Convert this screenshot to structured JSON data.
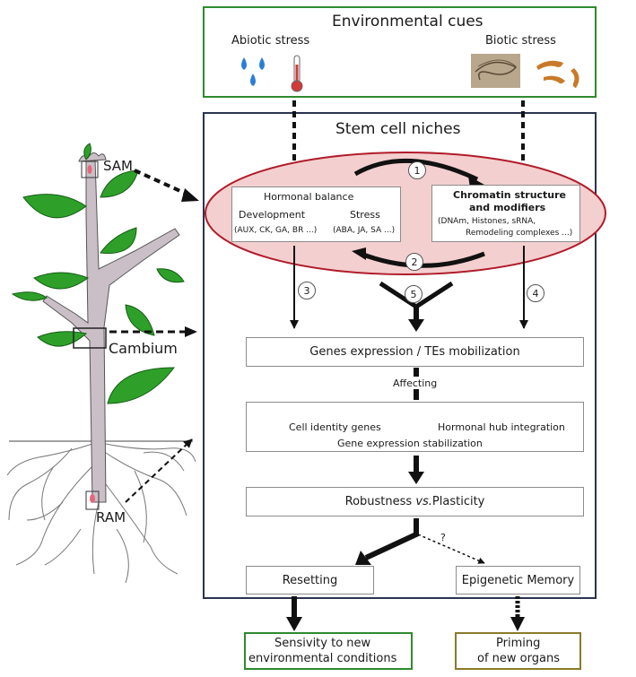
{
  "env": {
    "title": "Environmental cues",
    "abiotic": "Abiotic stress",
    "biotic": "Biotic stress"
  },
  "plant": {
    "sam": "SAM",
    "cambium": "Cambium",
    "ram": "RAM"
  },
  "niche": {
    "title": "Stem cell niches",
    "hormonal": {
      "title": "Hormonal balance",
      "development": "Development",
      "stress": "Stress",
      "dev_list": "(AUX, CK, GA, BR ...)",
      "stress_list": "(ABA, JA, SA ...)"
    },
    "chromatin": {
      "title_line1": "Chromatin structure",
      "title_line2": "and modifiers",
      "list_line1": "(DNAm, Histones, sRNA,",
      "list_line2": "Remodeling complexes ...)"
    },
    "steps": [
      "1",
      "2",
      "3",
      "4",
      "5"
    ],
    "genes": "Genes expression / TEs mobilization",
    "affecting": "Affecting",
    "cell_identity": "Cell identity genes",
    "hormonal_hub": "Hormonal hub integration",
    "stabilization": "Gene expression stabilization",
    "robustness": "Robustness",
    "vs": "vs.",
    "plasticity": "Plasticity",
    "question": "?",
    "resetting": "Resetting",
    "memory": "Epigenetic Memory"
  },
  "outcomes": {
    "sensitivity_line1": "Sensivity to new",
    "sensitivity_line2": "environmental conditions",
    "priming_line1": "Priming",
    "priming_line2": "of new organs"
  },
  "colors": {
    "green_border": "#2f8a2f",
    "olive_border": "#8a7a2a",
    "navy_border": "#2a3350",
    "ellipse_fill": "#f4cfcf",
    "ellipse_border": "#b01c2a",
    "leaf": "#2ea02a",
    "stem": "#cbbfc7",
    "water": "#2a7fd4",
    "thermo": "#d43a3a",
    "worm": "#c87a28"
  }
}
